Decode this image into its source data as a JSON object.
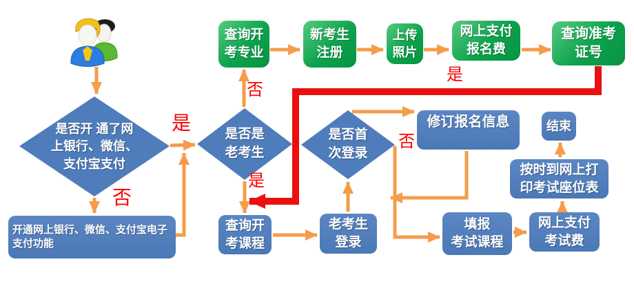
{
  "colors": {
    "node_blue": "#4f7cba",
    "node_green": "#0ca24c",
    "arrow_orange": "#f59c4b",
    "highlight_red": "#ea1010",
    "label_red": "#fe0000"
  },
  "icons": {
    "start": "users-icon"
  },
  "nodes": {
    "decision_net_payment": {
      "shape": "diamond",
      "label": "是否开 通了网\n上银行、微信、\n支付宝支付"
    },
    "decision_old_candidate": {
      "shape": "diamond",
      "label": "是否是\n老考生"
    },
    "decision_first_login": {
      "shape": "diamond",
      "label": "是否首\n次登录"
    },
    "open_net_payment": {
      "shape": "rect-blue",
      "label": "开通网上银行、微信、支付宝电子\n支付功能"
    },
    "query_open_majors": {
      "shape": "rect-green",
      "label": "查询开\n考专业"
    },
    "new_candidate_register": {
      "shape": "rect-green",
      "label": "新考生\n注册"
    },
    "upload_photo": {
      "shape": "rect-green",
      "label": "上传\n照片"
    },
    "pay_registration_fee_online": {
      "shape": "rect-green",
      "label": "网上支付\n报名费"
    },
    "query_admission_ticket_number": {
      "shape": "rect-green",
      "label": "查询准考\n证号"
    },
    "query_open_courses": {
      "shape": "rect-blue",
      "label": "查询开\n考课程"
    },
    "old_candidate_login": {
      "shape": "rect-blue",
      "label": "老考生\n登录"
    },
    "revise_registration_info": {
      "shape": "rect-blue",
      "label": "修订报名信息"
    },
    "fill_exam_courses": {
      "shape": "rect-blue",
      "label": "填报\n考试课程"
    },
    "pay_exam_fee_online": {
      "shape": "rect-blue",
      "label": "网上支付\n考试费"
    },
    "print_seat_table": {
      "shape": "rect-blue",
      "label": "按时到网上打\n印考试座位表"
    },
    "end": {
      "shape": "rect-blue",
      "label": "结束"
    }
  },
  "edge_labels": {
    "d1_yes": "是",
    "d1_no": "否",
    "d2_no": "否",
    "d2_yes": "是",
    "red_path_yes": "是",
    "d3_no": "否"
  }
}
